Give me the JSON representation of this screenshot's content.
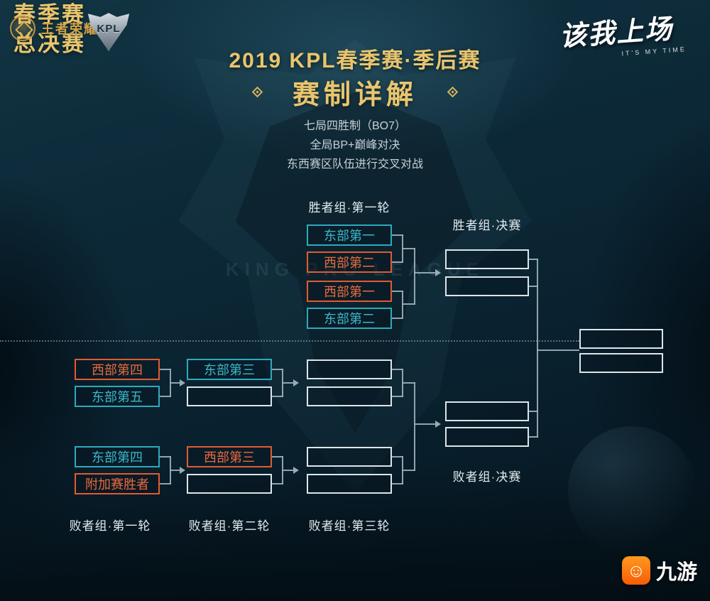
{
  "header": {
    "logo_hok": "王者荣耀",
    "logo_kpl": "KPL",
    "slogan": "该我上场",
    "slogan_sub": "IT'S MY TIME",
    "title": "2019 KPL春季赛·季后赛",
    "subtitle": "赛制详解",
    "rules": [
      "七局四胜制（BO7）",
      "全局BP+巅峰对决",
      "东西赛区队伍进行交叉对战"
    ]
  },
  "background": {
    "watermark": "KING PRO LEAGUE"
  },
  "bracket": {
    "labels": {
      "winners_round1": "胜者组·第一轮",
      "winners_final": "胜者组·决赛",
      "grand_final_line1": "春季赛",
      "grand_final_line2": "总决赛",
      "losers_final": "败者组·决赛",
      "losers_round1": "败者组·第一轮",
      "losers_round2": "败者组·第二轮",
      "losers_round3": "败者组·第三轮"
    },
    "teams": {
      "wr1": [
        "东部第一",
        "西部第二",
        "西部第一",
        "东部第二"
      ],
      "lr1": [
        "西部第四",
        "东部第五",
        "东部第四",
        "附加赛胜者"
      ],
      "lr2": [
        "东部第三",
        "西部第三"
      ]
    }
  },
  "footer": {
    "site": "九游"
  },
  "colors": {
    "gold": "#e9c46a",
    "east": "#2fa9bc",
    "west": "#e25a31",
    "line": "#9fb3bc",
    "background": "#0b2331"
  }
}
